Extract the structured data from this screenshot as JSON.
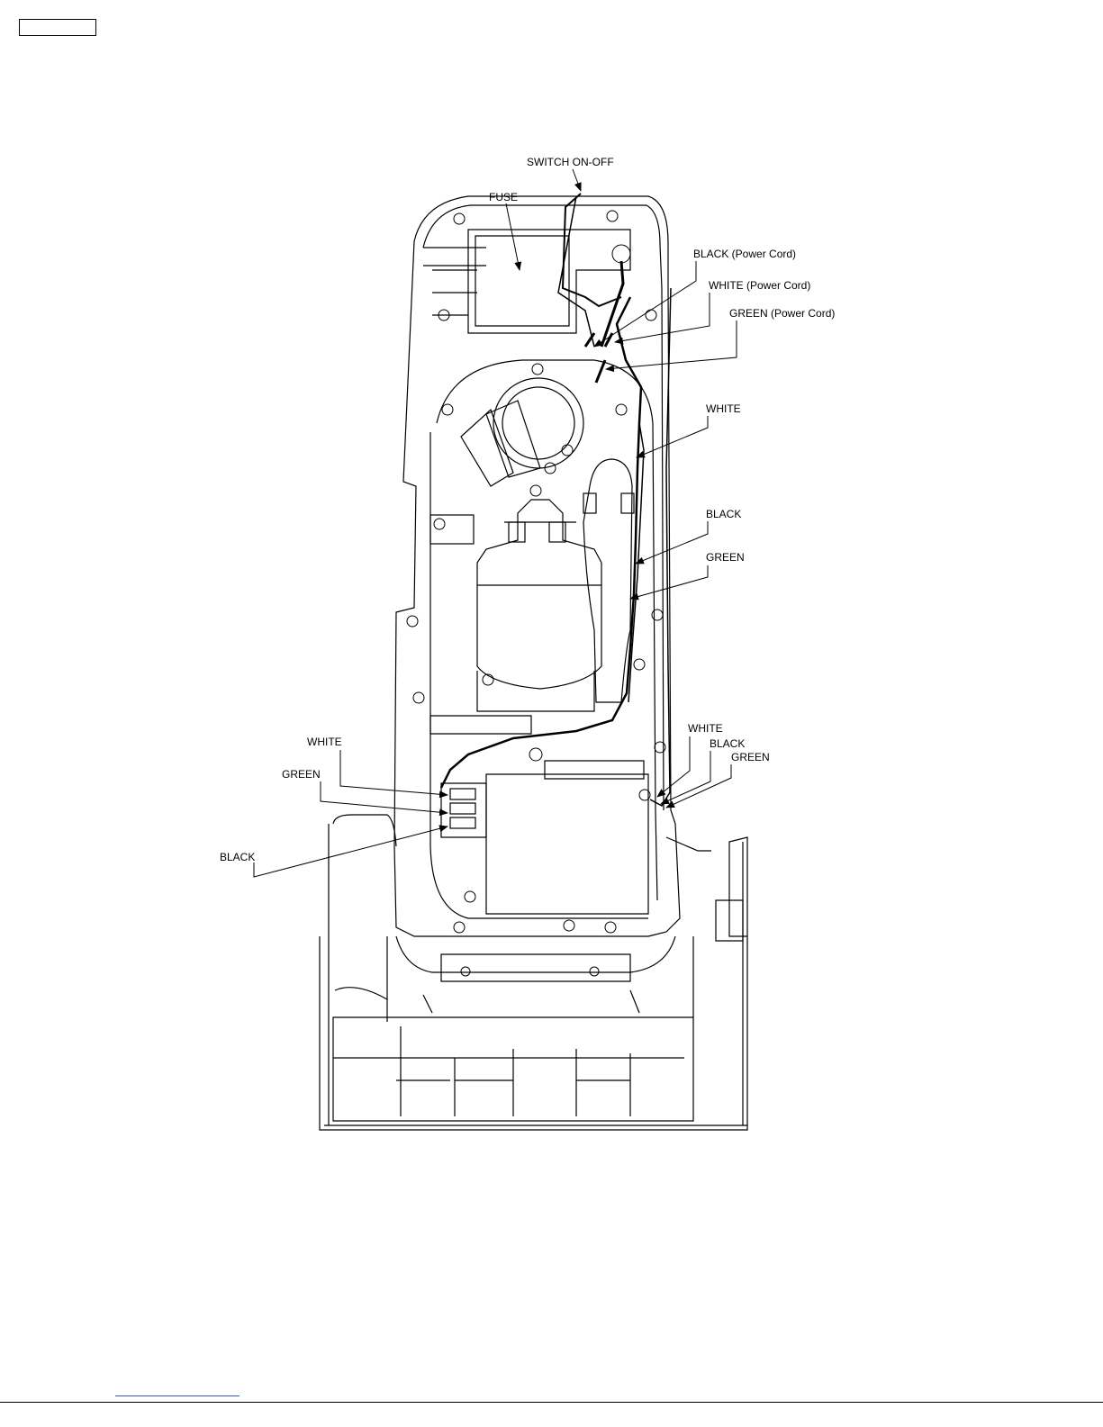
{
  "labels": {
    "switch": "SWITCH ON-OFF",
    "fuse": "FUSE",
    "black_power_cord": "BLACK (Power Cord)",
    "white_power_cord": "WHITE (Power Cord)",
    "green_power_cord": "GREEN (Power Cord)",
    "white_right_upper": "WHITE",
    "black_right_mid": "BLACK",
    "green_right_mid": "GREEN",
    "white_right_lower": "WHITE",
    "black_right_lower": "BLACK",
    "green_right_lower": "GREEN",
    "white_left": "WHITE",
    "green_left": "GREEN",
    "black_left": "BLACK"
  }
}
